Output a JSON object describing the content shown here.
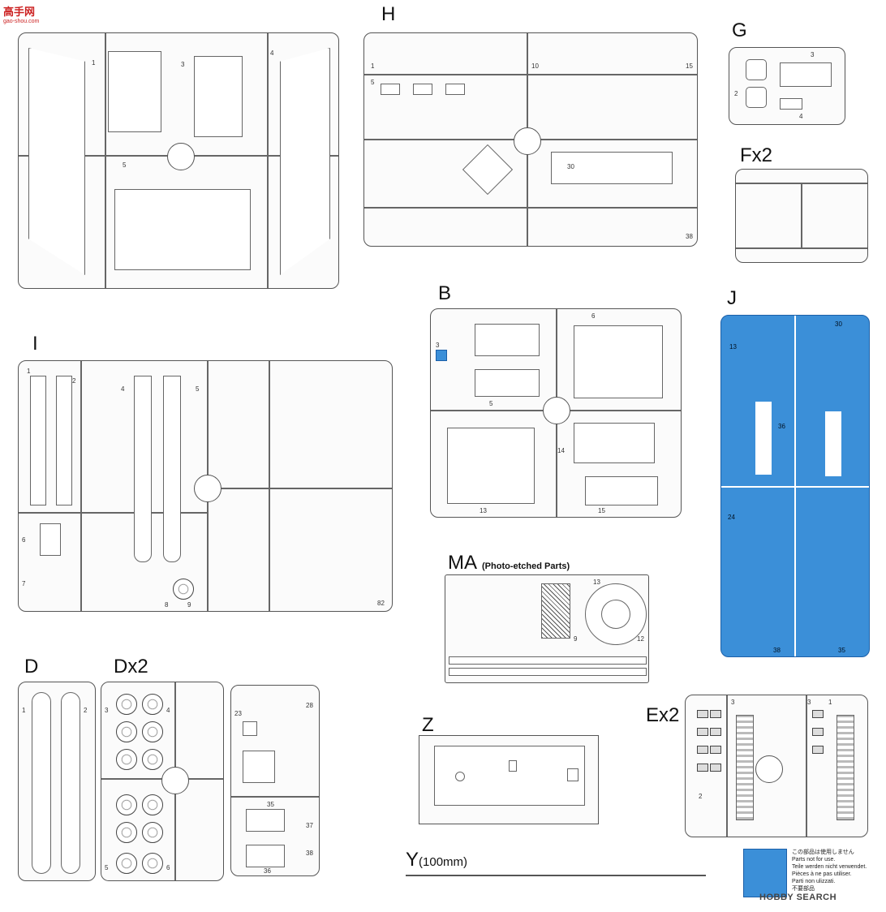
{
  "sprues": {
    "a": {
      "label": ""
    },
    "h": {
      "label": "H"
    },
    "g": {
      "label": "G"
    },
    "fx2": {
      "label": "Fx2"
    },
    "b": {
      "label": "B"
    },
    "j": {
      "label": "J"
    },
    "i": {
      "label": "I"
    },
    "ma": {
      "label": "MA",
      "sublabel": "(Photo-etched Parts)"
    },
    "d": {
      "label": "D"
    },
    "dx2": {
      "label": "Dx2"
    },
    "z": {
      "label": "Z"
    },
    "ex2": {
      "label": "Ex2"
    },
    "y": {
      "label": "Y",
      "sublabel": "(100mm)"
    }
  },
  "legend": {
    "color": "#3b8fd8",
    "lines": [
      "この部品は使用しません",
      "Parts not for use.",
      "Teile werden nicht verwendet.",
      "Pièces à ne pas utiliser.",
      "Parti non ulizzati.",
      "不要部品"
    ]
  },
  "watermarks": {
    "top_left": "高手网",
    "top_left_sub": "gao-shou.com",
    "bottom_right": "HOBBY SEARCH"
  }
}
